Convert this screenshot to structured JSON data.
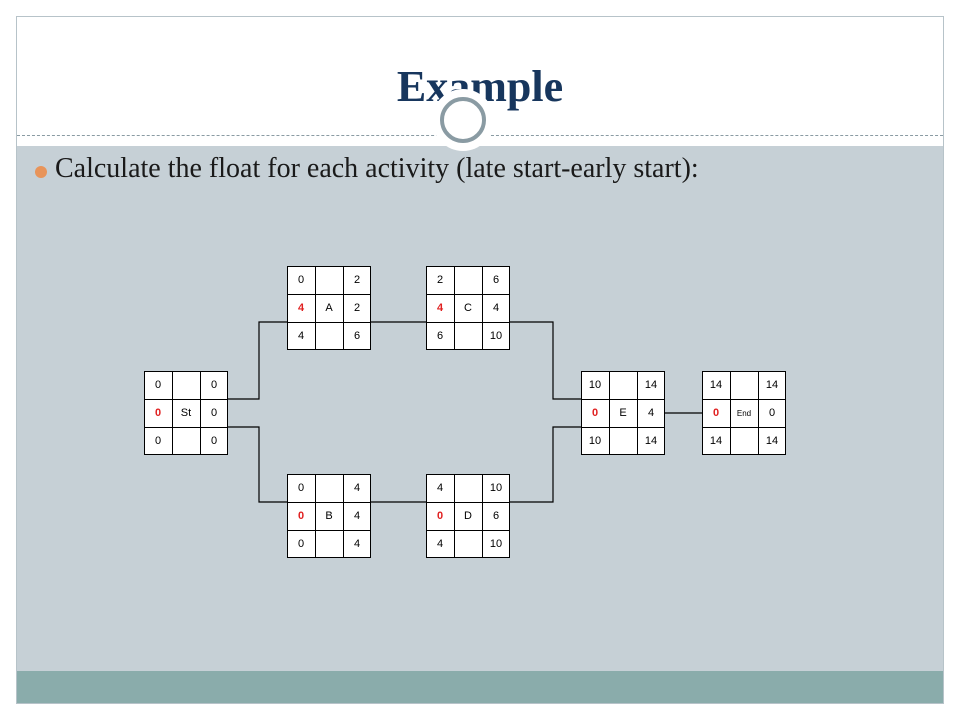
{
  "slide": {
    "title": "Example",
    "bullet": "Calculate the float for each activity (late start-early start):"
  },
  "nodes": {
    "A": {
      "es": "0",
      "ef": "2",
      "float": "4",
      "name": "A",
      "dur": "2",
      "ls": "4",
      "lf": "6"
    },
    "C": {
      "es": "2",
      "ef": "6",
      "float": "4",
      "name": "C",
      "dur": "4",
      "ls": "6",
      "lf": "10"
    },
    "St": {
      "es": "0",
      "ef": "0",
      "float": "0",
      "name": "St",
      "dur": "0",
      "ls": "0",
      "lf": "0"
    },
    "E": {
      "es": "10",
      "ef": "14",
      "float": "0",
      "name": "E",
      "dur": "4",
      "ls": "10",
      "lf": "14"
    },
    "End": {
      "es": "14",
      "ef": "14",
      "float": "0",
      "name": "End",
      "dur": "0",
      "ls": "14",
      "lf": "14"
    },
    "B": {
      "es": "0",
      "ef": "4",
      "float": "0",
      "name": "B",
      "dur": "4",
      "ls": "0",
      "lf": "4"
    },
    "D": {
      "es": "4",
      "ef": "10",
      "float": "0",
      "name": "D",
      "dur": "6",
      "ls": "4",
      "lf": "10"
    }
  },
  "colors": {
    "title": "#17365d",
    "float_value": "#e02020",
    "body_background": "#c6d0d6",
    "footer_band": "#8aacab",
    "bullet": "#e8945a"
  }
}
